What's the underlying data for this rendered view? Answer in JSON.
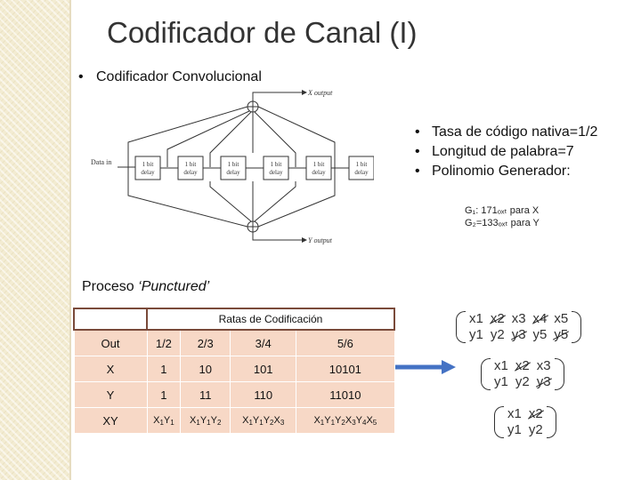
{
  "slide": {
    "title": "Codificador de Canal (I)",
    "bullet_main": "Codificador Convolucional",
    "right_bullets": [
      "Tasa de código nativa=1/2",
      "Longitud de palabra=7",
      "Polinomio Generador:"
    ],
    "polynomials": {
      "g1": "G₁: 171ₒₓₜ para X",
      "g2": "G₂=133ₒₓₜ para Y"
    },
    "process_prefix": "Proceso ",
    "process_italic": "‘Punctured’"
  },
  "diagram": {
    "x_output": "X output",
    "y_output": "Y output",
    "data_in": "Data in",
    "delay_labels": [
      "1 bit",
      "delay"
    ],
    "delay_count": 6
  },
  "rates_table": {
    "header": "Ratas de Codificación",
    "columns": [
      "Out",
      "1/2",
      "2/3",
      "3/4",
      "5/6"
    ],
    "rows": [
      [
        "X",
        "1",
        "10",
        "101",
        "10101"
      ],
      [
        "Y",
        "1",
        "11",
        "110",
        "11010"
      ]
    ],
    "xy_row": {
      "label": "XY",
      "cells": [
        [
          [
            "X",
            "1"
          ],
          [
            "Y",
            "1"
          ]
        ],
        [
          [
            "X",
            "1"
          ],
          [
            "Y",
            "1"
          ],
          [
            "Y",
            "2"
          ]
        ],
        [
          [
            "X",
            "1"
          ],
          [
            "Y",
            "1"
          ],
          [
            "Y",
            "2"
          ],
          [
            "X",
            "3"
          ]
        ],
        [
          [
            "X",
            "1"
          ],
          [
            "Y",
            "1"
          ],
          [
            "Y",
            "2"
          ],
          [
            "X",
            "3"
          ],
          [
            "Y",
            "4"
          ],
          [
            "X",
            "5"
          ]
        ]
      ]
    }
  },
  "matrices": [
    {
      "top": [
        "x1",
        "x2",
        "x3",
        "x4",
        "x5"
      ],
      "bottom": [
        "y1",
        "y2",
        "y3",
        "y5",
        "y5"
      ],
      "struck_top": [
        1,
        3
      ],
      "struck_bottom": [
        2,
        4
      ]
    },
    {
      "top": [
        "x1",
        "x2",
        "x3"
      ],
      "bottom": [
        "y1",
        "y2",
        "y3"
      ],
      "struck_top": [
        1
      ],
      "struck_bottom": [
        2
      ]
    },
    {
      "top": [
        "x1",
        "x2"
      ],
      "bottom": [
        "y1",
        "y2"
      ],
      "struck_top": [
        1
      ],
      "struck_bottom": []
    }
  ]
}
